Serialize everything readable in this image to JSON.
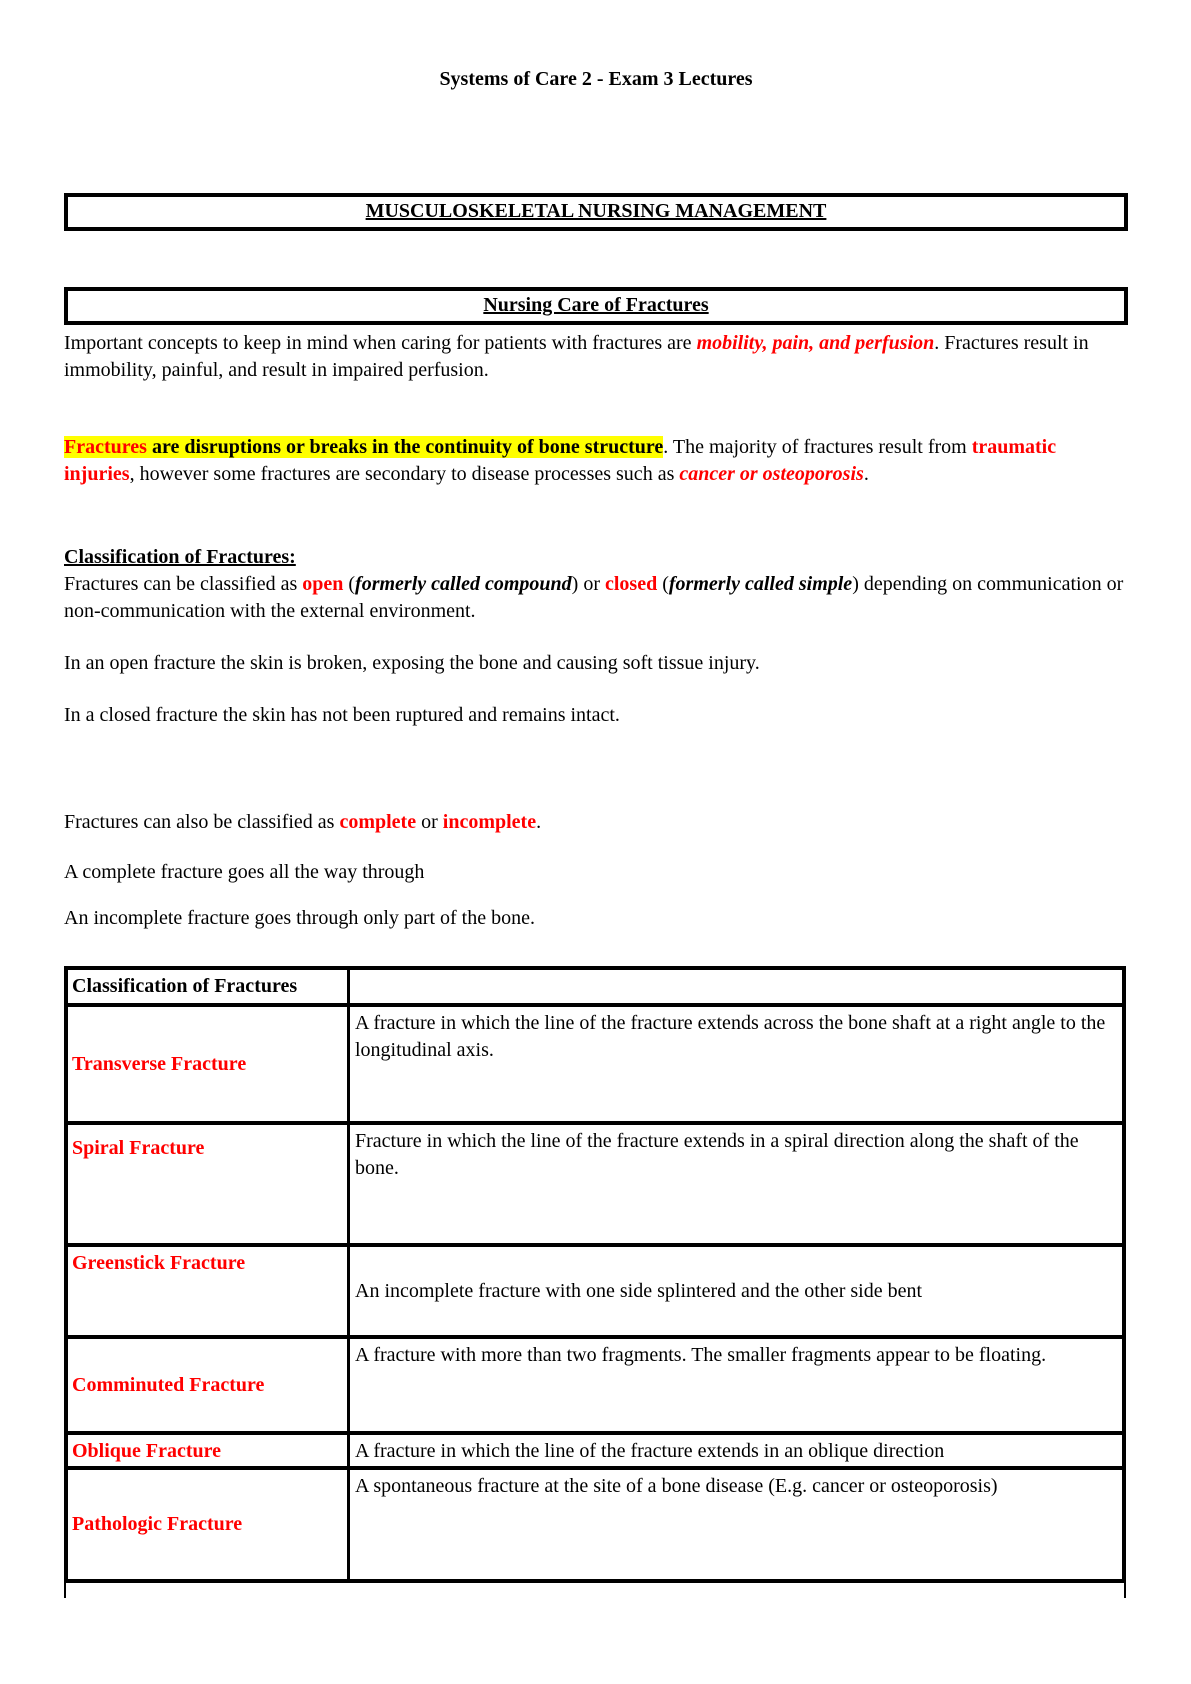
{
  "doc": {
    "title": "Systems of Care 2 - Exam 3 Lectures"
  },
  "colors": {
    "accent_red": "#ff0000",
    "highlight_yellow": "#ffff00"
  },
  "sections": {
    "musculoskeletal": {
      "header": "MUSCULOSKELETAL NURSING MANAGEMENT"
    },
    "nursing_care": {
      "header": "Nursing Care of Fractures",
      "intro": {
        "s1": "Important concepts to keep in mind when caring for patients with fractures are ",
        "s2": "mobility, pain, and perfusion",
        "s3": ". Fractures result in immobility, painful, and result in impaired perfusion."
      },
      "definition": {
        "s1": "Fractures",
        "s2": " are disruptions or breaks in the continuity of bone structure",
        "s3": ". The majority of fractures result from ",
        "s4": "traumatic injuries",
        "s5": ", however some fractures are secondary to disease processes such as ",
        "s6": "cancer or osteoporosis",
        "s7": "."
      }
    },
    "classification": {
      "heading": "Classification of Fractures:",
      "open_closed": {
        "s1": "Fractures can be classified as ",
        "s2": "open",
        "s3": " (",
        "s4": "formerly called compound",
        "s5": ") or ",
        "s6": "closed",
        "s7": " (",
        "s8": "formerly called simple",
        "s9": ") depending on communication or non-communication with the external environment."
      },
      "open_desc": "In an open fracture the skin is broken, exposing the bone and causing soft tissue injury.",
      "closed_desc": "In a closed fracture the skin has not been ruptured and remains intact.",
      "complete_incomplete": {
        "s1": "Fractures can also be classified as ",
        "s2": "complete",
        "s3": " or ",
        "s4": "incomplete",
        "s5": "."
      },
      "complete_desc": "A complete fracture goes all the way through",
      "incomplete_desc": "An incomplete fracture goes through only part of the bone."
    },
    "table": {
      "header": "Classification of Fractures",
      "rows": [
        {
          "name": "Transverse Fracture",
          "desc": "A fracture in which the line of the fracture extends across the bone shaft at a right angle to the longitudinal axis."
        },
        {
          "name": "Spiral Fracture",
          "desc": "Fracture in which the line of the fracture extends in a spiral direction along the shaft of the bone."
        },
        {
          "name": "Greenstick Fracture",
          "desc": "An incomplete fracture with one side splintered and the other side bent"
        },
        {
          "name": "Comminuted Fracture",
          "desc": "A fracture with more than two fragments. The smaller fragments appear to be floating."
        },
        {
          "name": "Oblique Fracture",
          "desc": "A fracture in which the line of the fracture extends in an oblique direction"
        },
        {
          "name": "Pathologic Fracture",
          "desc": "A spontaneous fracture at the site of a bone disease (E.g. cancer or osteoporosis)"
        }
      ]
    }
  }
}
